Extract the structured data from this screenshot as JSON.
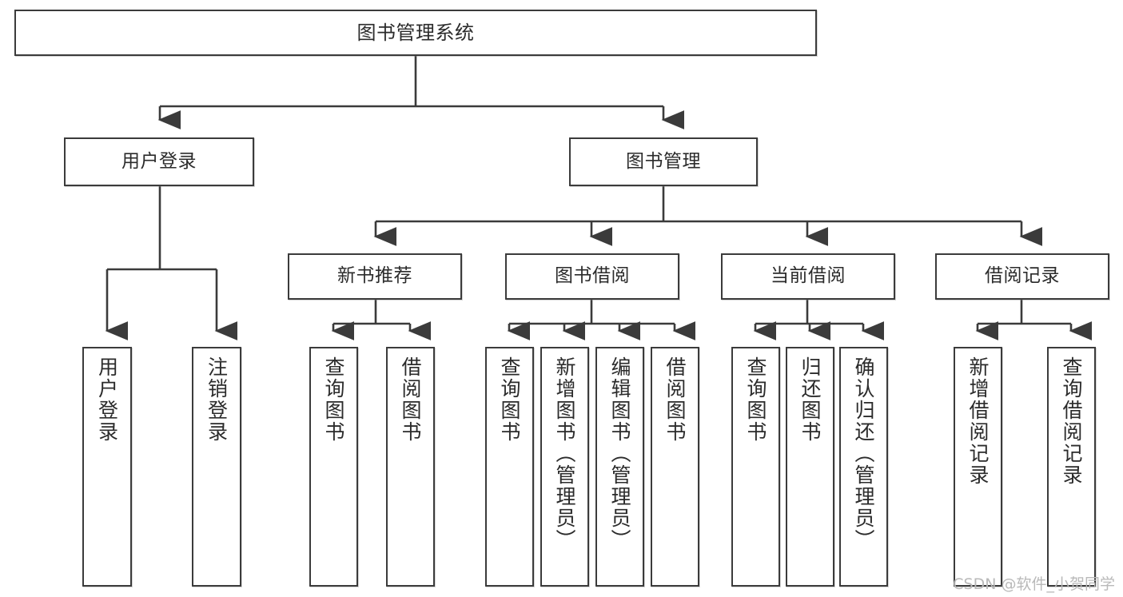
{
  "diagram": {
    "title": "图书管理系统",
    "type": "tree-hierarchy-chart",
    "colors": {
      "stroke": "#3b3b3b",
      "fill": "#ffffff",
      "text": "#2b2b2b",
      "watermark": "#b9b9b9"
    },
    "root": {
      "label": "图书管理系统"
    },
    "level2": [
      {
        "label": "用户登录"
      },
      {
        "label": "图书管理"
      }
    ],
    "level3": [
      {
        "label": "新书推荐"
      },
      {
        "label": "图书借阅"
      },
      {
        "label": "当前借阅"
      },
      {
        "label": "借阅记录"
      }
    ],
    "leaves": {
      "user_login": [
        {
          "label": "用户登录"
        },
        {
          "label": "注销登录"
        }
      ],
      "new_book_recommend": [
        {
          "label": "查询图书"
        },
        {
          "label": "借阅图书"
        }
      ],
      "book_borrow": [
        {
          "label": "查询图书"
        },
        {
          "label": "新增图书（管理员）"
        },
        {
          "label": "编辑图书（管理员）"
        },
        {
          "label": "借阅图书"
        }
      ],
      "current_borrow": [
        {
          "label": "查询图书"
        },
        {
          "label": "归还图书"
        },
        {
          "label": "确认归还（管理员）"
        }
      ],
      "borrow_record": [
        {
          "label": "新增借阅记录"
        },
        {
          "label": "查询借阅记录"
        }
      ]
    }
  },
  "watermark": {
    "text": "CSDN @软件_小贺同学"
  }
}
